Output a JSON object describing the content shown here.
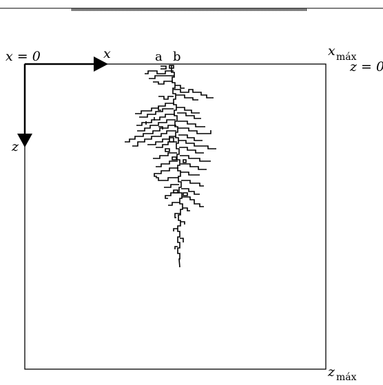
{
  "diagram": {
    "origin_label": "x = 0",
    "x_axis_label": "x",
    "z_axis_label": "z",
    "point_a_label": "a",
    "point_b_label": "b",
    "x_max_label": "x",
    "x_max_subscript": "máx",
    "z_zero_label": "z = 0",
    "z_max_label": "z",
    "z_max_subscript": "máx"
  },
  "colors": {
    "line": "#000000",
    "background": "#ffffff"
  }
}
